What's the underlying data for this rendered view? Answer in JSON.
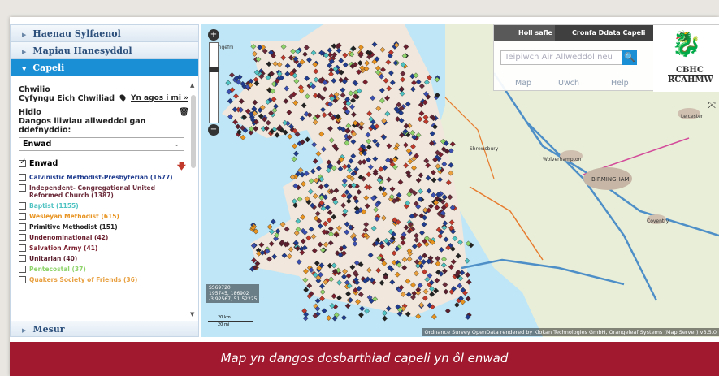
{
  "sidebar": {
    "sections": [
      {
        "label": "Haenau Sylfaenol"
      },
      {
        "label": "Mapiau Hanesyddol"
      },
      {
        "label": "Capeli"
      },
      {
        "label": "Mesur"
      }
    ],
    "panel": {
      "search_label": "Chwilio",
      "limit_label": "Cyfyngu Eich Chwiliad",
      "near_me": "Yn agos i mi »",
      "filter_label": "Hidlo",
      "colour_label": "Dangos lliwiau allweddol gan ddefnyddio:",
      "select_value": "Enwad",
      "legend_title": "Enwad",
      "items": [
        {
          "label": "Calvinistic Methodist-Presbyterian (1677)",
          "color": "#1f3c8f"
        },
        {
          "label": "Independent- Congregational United Reformed Church (1387)",
          "color": "#6b2b3a"
        },
        {
          "label": "Baptist (1155)",
          "color": "#4fc2c2"
        },
        {
          "label": "Wesleyan Methodist (615)",
          "color": "#e89320"
        },
        {
          "label": "Primitive Methodist (151)",
          "color": "#222222"
        },
        {
          "label": "Undenominational (42)",
          "color": "#6a1f2e"
        },
        {
          "label": "Salvation Army (41)",
          "color": "#7b1f2e"
        },
        {
          "label": "Unitarian (40)",
          "color": "#5a1f2e"
        },
        {
          "label": "Pentecostal (37)",
          "color": "#8fd36b"
        },
        {
          "label": "Quakers Society of Friends (36)",
          "color": "#e8a040"
        }
      ]
    }
  },
  "topbar": {
    "tab_all": "Holl safle",
    "tab_db": "Cronfa Ddata Capeli",
    "search_placeholder": "Teipiwch Air Allweddol neu",
    "nav": [
      "Map",
      "Uwch",
      "Help"
    ],
    "logo_line1": "CBHC",
    "logo_line2": "RCAHMW"
  },
  "map": {
    "attribution": "Ordnance Survey OpenData rendered by Klokan Technologies GmbH, Orangeleaf Systems (Map Server) v3.5.0",
    "scale_top": "20 km",
    "scale_bottom": "20 mi",
    "coords": "SS69720\n195745, 186902\n-3.92567, 51.52225",
    "places": [
      "BIRMINGHAM",
      "Wolverhampton",
      "Leicester",
      "Coventry",
      "Shrewsbury",
      "Llangefni"
    ]
  },
  "caption": "Map yn dangos dosbarthiad capeli yn ôl enwad"
}
